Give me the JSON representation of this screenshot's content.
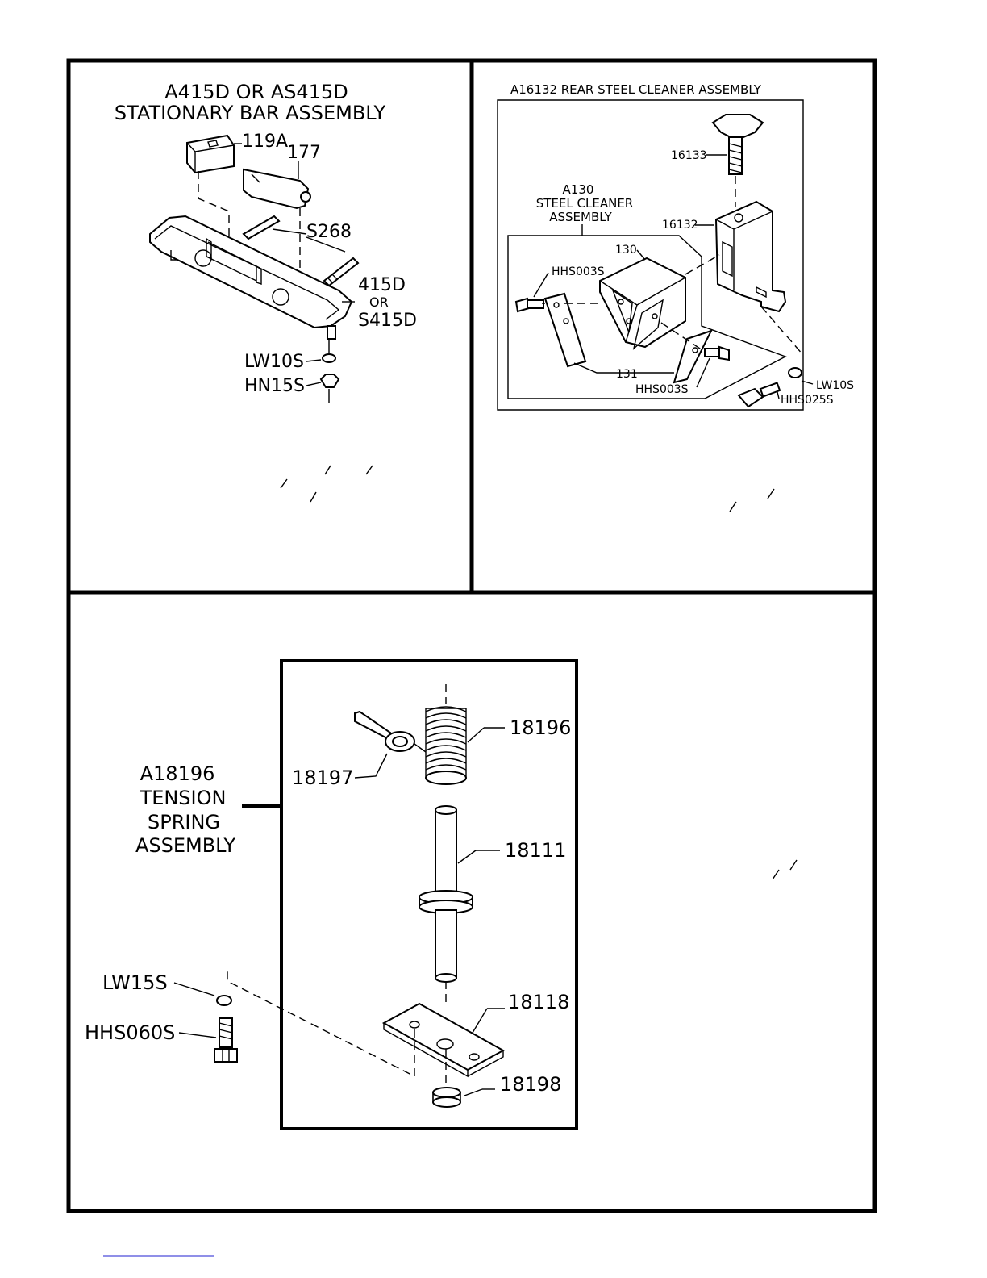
{
  "panel_top_left": {
    "title_line1": "A415D OR AS415D",
    "title_line2": "STATIONARY BAR ASSEMBLY",
    "labels": {
      "p119a": "119A",
      "p177": "177",
      "s268": "S268",
      "p415d": "415D",
      "or": "OR",
      "s415d": "S415D",
      "lw10s": "LW10S",
      "hn15s": "HN15S"
    }
  },
  "panel_top_right": {
    "title": "A16132 REAR STEEL CLEANER ASSEMBLY",
    "sub_line1": "A130",
    "sub_line2": "STEEL CLEANER",
    "sub_line3": "ASSEMBLY",
    "labels": {
      "p16133": "16133",
      "p16132": "16132",
      "p130": "130",
      "hhs003s_a": "HHS003S",
      "hhs003s_b": "HHS003S",
      "p131": "131",
      "lw10s": "LW10S",
      "hhs025s": "HHS025S"
    }
  },
  "panel_bottom": {
    "title_line1": "A18196",
    "title_line2": "TENSION",
    "title_line3": "SPRING",
    "title_line4": "ASSEMBLY",
    "labels": {
      "p18196": "18196",
      "p18197": "18197",
      "p18111": "18111",
      "p18118": "18118",
      "p18198": "18198",
      "lw15s": "LW15S",
      "hhs060s": "HHS060S"
    }
  }
}
